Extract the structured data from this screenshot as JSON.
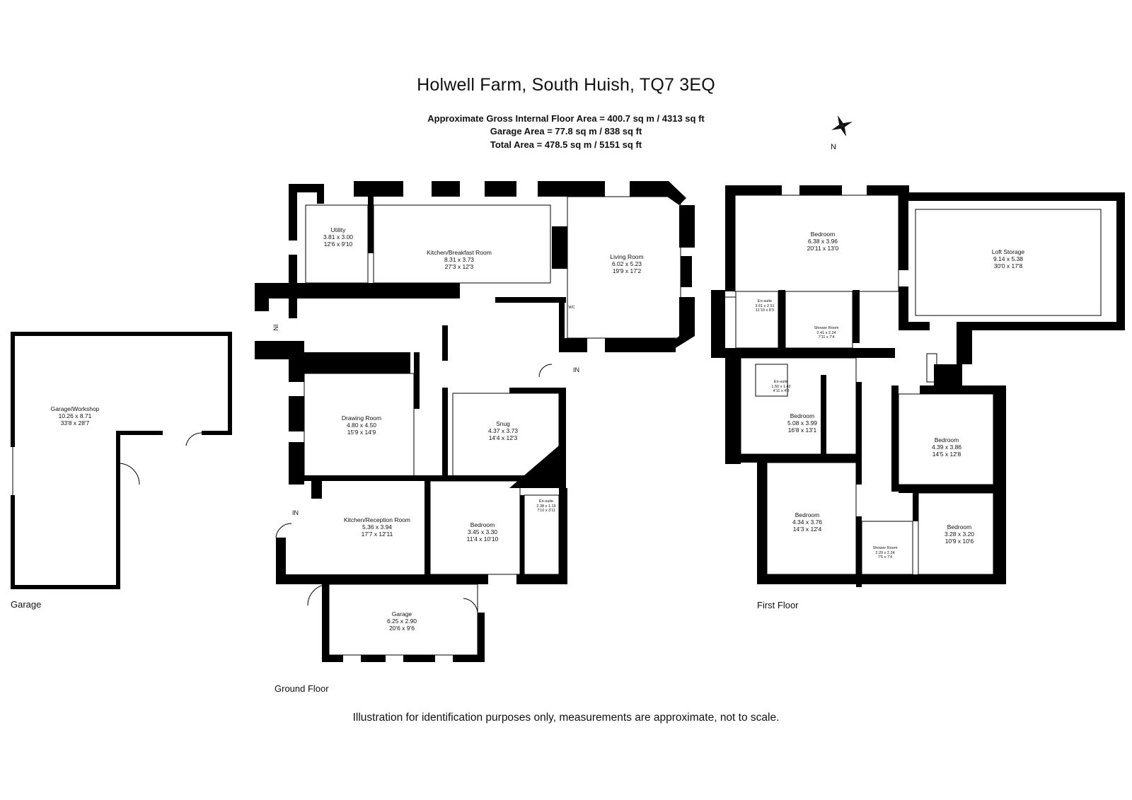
{
  "header": {
    "title": "Holwell Farm, South Huish, TQ7 3EQ",
    "gross_area": "Approximate Gross Internal Floor Area  = 400.7 sq m  / 4313 sq ft",
    "garage_area": "Garage Area = 77.8 sq m  / 838 sq ft",
    "total_area": "Total Area = 478.5 sq m  / 5151 sq ft"
  },
  "compass": {
    "label": "N"
  },
  "floors": {
    "garage": "Garage",
    "ground": "Ground Floor",
    "first": "First Floor"
  },
  "rooms": {
    "garage_workshop": {
      "name": "Garage/Workshop",
      "metric": "10.26 x 8.71",
      "imperial": "33'8 x 28'7"
    },
    "utility": {
      "name": "Utility",
      "metric": "3.81 x 3.00",
      "imperial": "12'6 x 9'10"
    },
    "kitchen_breakfast": {
      "name": "Kitchen/Breakfast Room",
      "metric": "8.31 x 3.73",
      "imperial": "27'3 x 12'3"
    },
    "living": {
      "name": "Living Room",
      "metric": "6.02 x 5.23",
      "imperial": "19'9 x 17'2"
    },
    "wc": {
      "name": "WC",
      "metric": "",
      "imperial": ""
    },
    "drawing": {
      "name": "Drawing Room",
      "metric": "4.80 x 4.50",
      "imperial": "15'9 x 14'9"
    },
    "snug": {
      "name": "Snug",
      "metric": "4.37 x 3.73",
      "imperial": "14'4 x 12'3"
    },
    "kitchen_reception": {
      "name": "Kitchen/Reception Room",
      "metric": "5.36 x 3.94",
      "imperial": "17'7 x 12'11"
    },
    "gf_bedroom": {
      "name": "Bedroom",
      "metric": "3.45 x 3.30",
      "imperial": "11'4 x 10'10"
    },
    "gf_ensuite": {
      "name": "En-suite",
      "metric": "2.38 x 1.19",
      "imperial": "7'10 x 3'11"
    },
    "gf_garage": {
      "name": "Garage",
      "metric": "6.25 x 2.90",
      "imperial": "20'6 x 9'6"
    },
    "ff_bedroom1": {
      "name": "Bedroom",
      "metric": "6.38 x 3.96",
      "imperial": "20'11 x 13'0"
    },
    "ff_ensuite1": {
      "name": "En-suite",
      "metric": "3.61 x 2.51",
      "imperial": "11'10 x 8'3"
    },
    "ff_shower": {
      "name": "Shower Room",
      "metric": "2.41 x 2.24",
      "imperial": "7'11 x 7'4"
    },
    "loft": {
      "name": "Loft Storage",
      "metric": "9.14 x 5.38",
      "imperial": "30'0 x 17'8"
    },
    "ff_ensuite2": {
      "name": "En-suite",
      "metric": "1.50 x 1.42",
      "imperial": "4'11 x 4'8"
    },
    "ff_bedroom2": {
      "name": "Bedroom",
      "metric": "5.08 x 3.99",
      "imperial": "16'8 x 13'1"
    },
    "ff_bedroom3": {
      "name": "Bedroom",
      "metric": "4.39 x 3.86",
      "imperial": "14'5 x 12'8"
    },
    "ff_bedroom4": {
      "name": "Bedroom",
      "metric": "4.34 x 3.76",
      "imperial": "14'3 x 12'4"
    },
    "ff_shower2": {
      "name": "Shower Room",
      "metric": "2.29 x 2.24",
      "imperial": "7'6 x 7'4"
    },
    "ff_bedroom5": {
      "name": "Bedroom",
      "metric": "3.28 x 3.20",
      "imperial": "10'9 x 10'6"
    }
  },
  "entries": {
    "in": "IN"
  },
  "footer": {
    "disclaimer": "Illustration for identification purposes only, measurements are approximate, not to scale."
  }
}
